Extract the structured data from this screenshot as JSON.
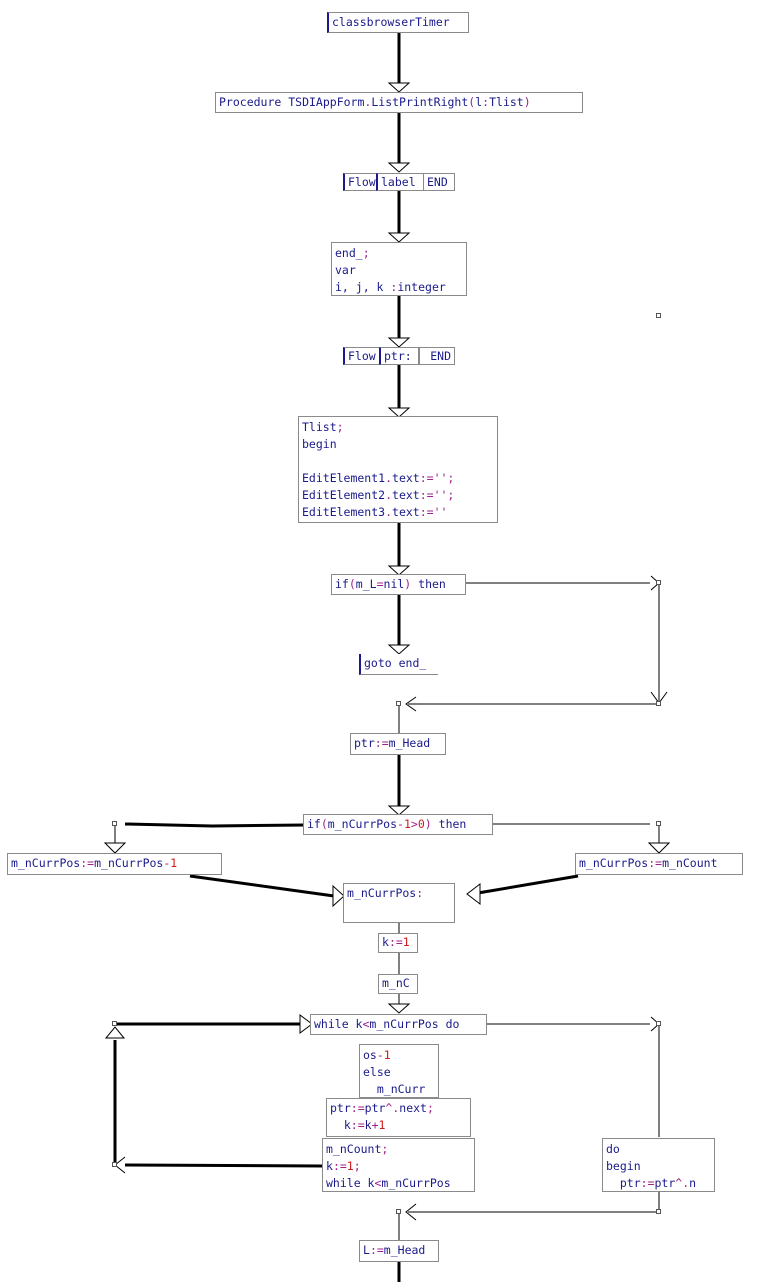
{
  "diagram": {
    "start_node": [
      [
        {
          "t": "classbrowserTimer",
          "c": "b"
        }
      ]
    ],
    "procedure_node": [
      [
        {
          "t": "Procedure TSDIAppForm",
          "c": "b"
        },
        {
          "t": ".",
          "c": "m"
        },
        {
          "t": "ListPrintRight",
          "c": "b"
        },
        {
          "t": "(",
          "c": "m"
        },
        {
          "t": "l",
          "c": "b"
        },
        {
          "t": ":",
          "c": "m"
        },
        {
          "t": "Tlist",
          "c": "b"
        },
        {
          "t": ")",
          "c": "m"
        }
      ]
    ],
    "flow_tabs_1": {
      "a": "Flow",
      "b": "label",
      "c": "END"
    },
    "var_node": [
      [
        {
          "t": "end_",
          "c": "b"
        },
        {
          "t": ";",
          "c": "m"
        }
      ],
      [
        {
          "t": "var",
          "c": "b"
        }
      ],
      [
        {
          "t": "i, j, k ",
          "c": "b"
        },
        {
          "t": ":",
          "c": "m"
        },
        {
          "t": "integer",
          "c": "b"
        }
      ]
    ],
    "flow_tabs_2": {
      "a": "Flow",
      "b": "ptr:",
      "c": "END"
    },
    "begin_node": [
      [
        {
          "t": "Tlist",
          "c": "b"
        },
        {
          "t": ";",
          "c": "m"
        }
      ],
      [
        {
          "t": "begin",
          "c": "b"
        }
      ],
      [],
      [
        {
          "t": "EditElement1",
          "c": "b"
        },
        {
          "t": ".",
          "c": "m"
        },
        {
          "t": "text",
          "c": "b"
        },
        {
          "t": ":='';",
          "c": "m"
        }
      ],
      [
        {
          "t": "EditElement2",
          "c": "b"
        },
        {
          "t": ".",
          "c": "m"
        },
        {
          "t": "text",
          "c": "b"
        },
        {
          "t": ":='';",
          "c": "m"
        }
      ],
      [
        {
          "t": "EditElement3",
          "c": "b"
        },
        {
          "t": ".",
          "c": "m"
        },
        {
          "t": "text",
          "c": "b"
        },
        {
          "t": ":=''",
          "c": "m"
        }
      ]
    ],
    "if_nil_node": [
      [
        {
          "t": "if",
          "c": "b"
        },
        {
          "t": "(",
          "c": "m"
        },
        {
          "t": "m_L",
          "c": "b"
        },
        {
          "t": "=",
          "c": "m"
        },
        {
          "t": "nil",
          "c": "b"
        },
        {
          "t": ") ",
          "c": "m"
        },
        {
          "t": "then",
          "c": "b"
        }
      ]
    ],
    "goto_node": [
      [
        {
          "t": "goto end_",
          "c": "b"
        }
      ]
    ],
    "ptr_head_node": [
      [
        {
          "t": "ptr",
          "c": "b"
        },
        {
          "t": ":=",
          "c": "m"
        },
        {
          "t": "m_Head",
          "c": "b"
        }
      ]
    ],
    "if_currpos_node": [
      [
        {
          "t": "if",
          "c": "b"
        },
        {
          "t": "(",
          "c": "m"
        },
        {
          "t": "m_nCurrPos",
          "c": "b"
        },
        {
          "t": "-",
          "c": "m"
        },
        {
          "t": "1",
          "c": "r"
        },
        {
          "t": ">",
          "c": "m"
        },
        {
          "t": "0",
          "c": "r"
        },
        {
          "t": ") ",
          "c": "m"
        },
        {
          "t": "then",
          "c": "b"
        }
      ]
    ],
    "left_assign_node": [
      [
        {
          "t": "m_nCurrPos",
          "c": "b"
        },
        {
          "t": ":=",
          "c": "m"
        },
        {
          "t": "m_nCurrPos",
          "c": "b"
        },
        {
          "t": "-",
          "c": "m"
        },
        {
          "t": "1",
          "c": "r"
        }
      ]
    ],
    "right_assign_node": [
      [
        {
          "t": "m_nCurrPos",
          "c": "b"
        },
        {
          "t": ":=",
          "c": "m"
        },
        {
          "t": "m_nCount",
          "c": "b"
        }
      ]
    ],
    "merge_node": [
      [
        {
          "t": "m_nCurrPos",
          "c": "b"
        },
        {
          "t": ":",
          "c": "m"
        }
      ]
    ],
    "k_assign_node": [
      [
        {
          "t": "k",
          "c": "b"
        },
        {
          "t": ":=",
          "c": "m"
        },
        {
          "t": "1",
          "c": "r"
        }
      ]
    ],
    "mnc_node": [
      [
        {
          "t": "m_nC",
          "c": "b"
        }
      ]
    ],
    "while_node": [
      [
        {
          "t": "while k",
          "c": "b"
        },
        {
          "t": "<",
          "c": "m"
        },
        {
          "t": "m_nCurrPos do",
          "c": "b"
        }
      ]
    ],
    "else_node": [
      [
        {
          "t": "os",
          "c": "b"
        },
        {
          "t": "-",
          "c": "m"
        },
        {
          "t": "1",
          "c": "r"
        }
      ],
      [
        {
          "t": "else",
          "c": "b"
        }
      ],
      [
        {
          "t": "  m_nCurr",
          "c": "b"
        }
      ]
    ],
    "ptr_next_node": [
      [
        {
          "t": "ptr",
          "c": "b"
        },
        {
          "t": ":=",
          "c": "m"
        },
        {
          "t": "ptr",
          "c": "b"
        },
        {
          "t": "^.",
          "c": "m"
        },
        {
          "t": "next",
          "c": "b"
        },
        {
          "t": ";",
          "c": "m"
        }
      ],
      [
        {
          "t": "  k",
          "c": "b"
        },
        {
          "t": ":=",
          "c": "m"
        },
        {
          "t": "k",
          "c": "b"
        },
        {
          "t": "+",
          "c": "m"
        },
        {
          "t": "1",
          "c": "r"
        }
      ]
    ],
    "count_node": [
      [
        {
          "t": "m_nCount",
          "c": "b"
        },
        {
          "t": ";",
          "c": "m"
        }
      ],
      [
        {
          "t": "k",
          "c": "b"
        },
        {
          "t": ":=",
          "c": "m"
        },
        {
          "t": "1",
          "c": "r"
        },
        {
          "t": ";",
          "c": "m"
        }
      ],
      [
        {
          "t": "while k",
          "c": "b"
        },
        {
          "t": "<",
          "c": "m"
        },
        {
          "t": "m_nCurrPos",
          "c": "b"
        }
      ]
    ],
    "do_node": [
      [
        {
          "t": "do",
          "c": "b"
        }
      ],
      [
        {
          "t": "begin",
          "c": "b"
        }
      ],
      [
        {
          "t": "  ptr",
          "c": "b"
        },
        {
          "t": ":=",
          "c": "m"
        },
        {
          "t": "ptr",
          "c": "b"
        },
        {
          "t": "^.",
          "c": "m"
        },
        {
          "t": "n",
          "c": "b"
        }
      ]
    ],
    "l_head_node": [
      [
        {
          "t": "L",
          "c": "b"
        },
        {
          "t": ":=",
          "c": "m"
        },
        {
          "t": "m_Head",
          "c": "b"
        }
      ]
    ]
  }
}
